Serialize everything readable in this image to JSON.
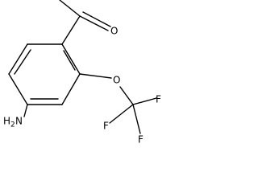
{
  "molecule": {
    "atoms": {
      "oxygen_carbonyl": "O",
      "oxygen_ether": "O",
      "fluorine_1": "F",
      "fluorine_2": "F",
      "fluorine_3": "F",
      "amine_h": "H",
      "amine_subscript": "2",
      "amine_n": "N"
    }
  }
}
